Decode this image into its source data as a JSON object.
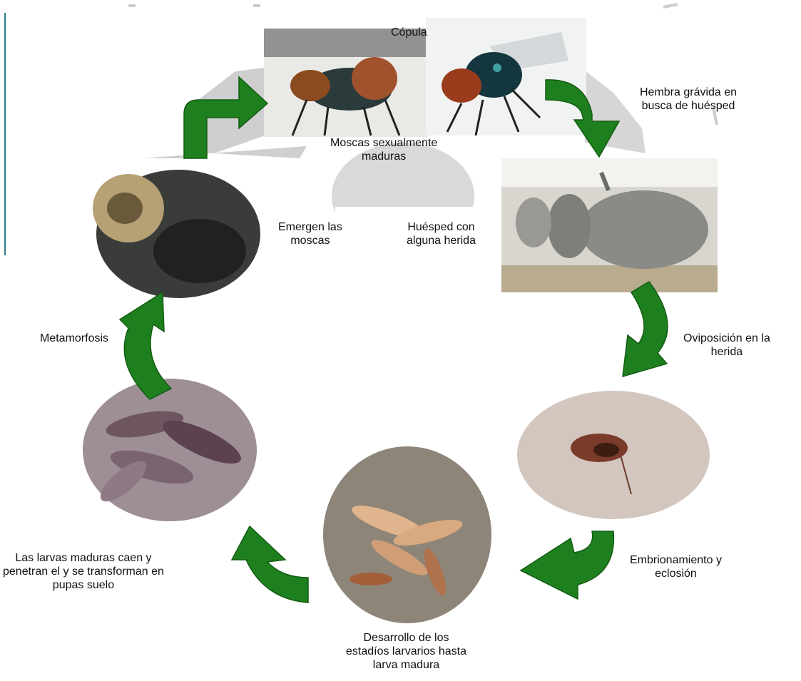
{
  "diagram": {
    "stages": [
      {
        "id": "copula",
        "label": "Cópula"
      },
      {
        "id": "hembra",
        "label_lines": [
          "Hembra grávida en",
          "busca de huésped"
        ]
      },
      {
        "id": "moscas",
        "label_lines": [
          "Moscas sexualmente",
          "maduras"
        ]
      },
      {
        "id": "emergen",
        "label_lines": [
          "Emergen las",
          "moscas"
        ]
      },
      {
        "id": "huesped",
        "label_lines": [
          "Huésped con",
          "alguna herida"
        ]
      },
      {
        "id": "metamorfosis",
        "label": "Metamorfosis"
      },
      {
        "id": "oviposicion",
        "label_lines": [
          "Oviposición en la",
          "herida"
        ]
      },
      {
        "id": "embrionamiento",
        "label_lines": [
          "Embrionamiento  y",
          "eclosión"
        ]
      },
      {
        "id": "larvas",
        "label_lines": [
          "Las larvas maduras caen y",
          "penetran el  y se transforman en",
          "pupas suelo"
        ]
      },
      {
        "id": "desarrollo",
        "label_lines": [
          "Desarrollo de los",
          "estadíos larvarios hasta",
          "larva madura"
        ]
      }
    ],
    "photos": [
      {
        "id": "mating-flies",
        "subject": "two blowflies mating"
      },
      {
        "id": "female-fly",
        "subject": "female blowfly"
      },
      {
        "id": "cattle",
        "subject": "zebu cattle host"
      },
      {
        "id": "wound",
        "subject": "infested wound"
      },
      {
        "id": "larvae-wound",
        "subject": "larvae in tissue"
      },
      {
        "id": "mature-larvae",
        "subject": "mature larvae"
      },
      {
        "id": "pupa",
        "subject": "fly emerging from pupa"
      }
    ],
    "colors": {
      "arrow": "#1e7f1e",
      "arrow_dark": "#135c13",
      "ring": "#cfcfcf",
      "text": "#111111"
    }
  }
}
